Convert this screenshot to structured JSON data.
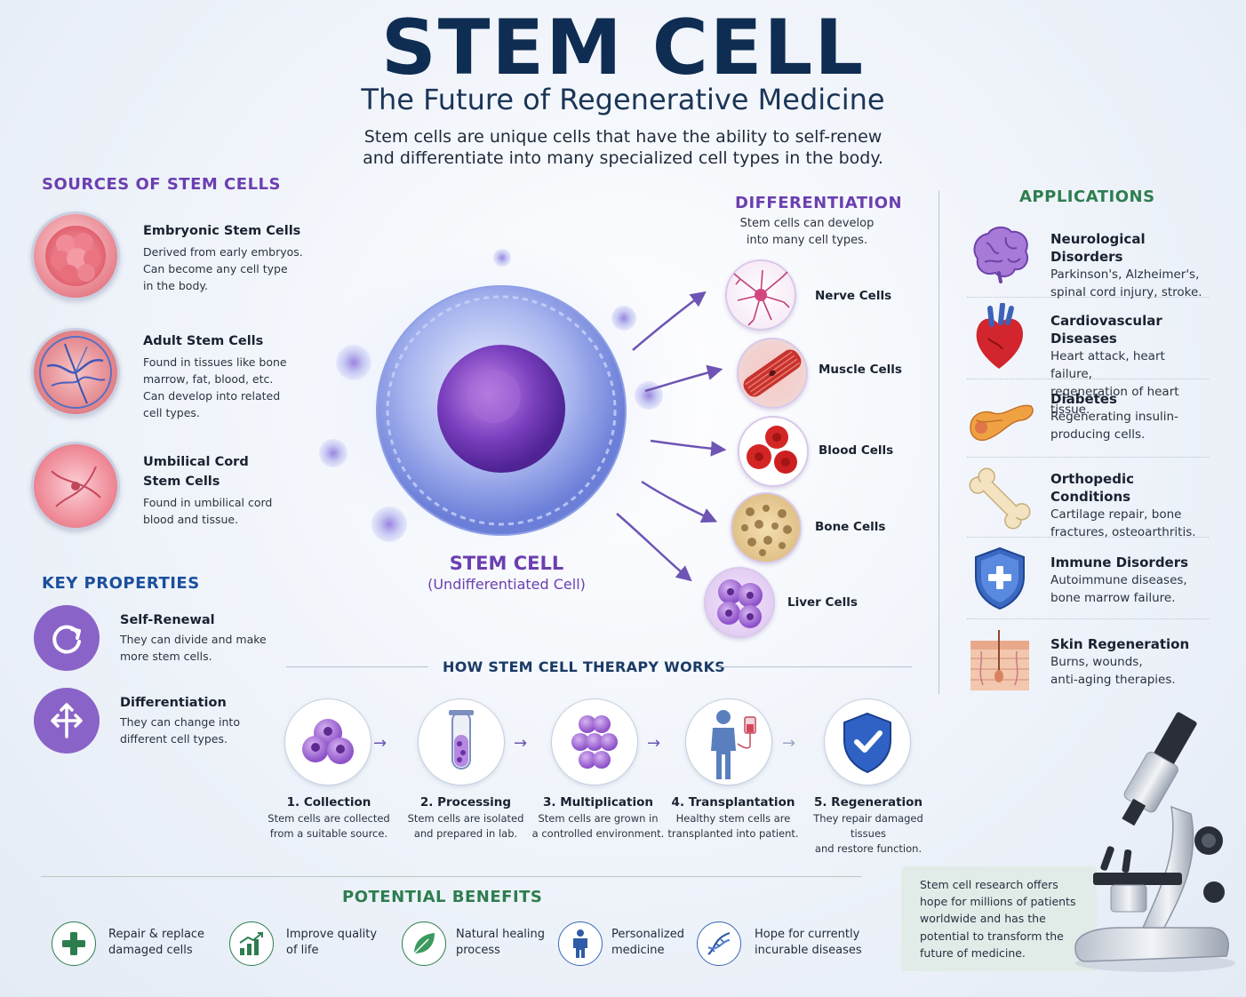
{
  "header": {
    "title": "STEM CELL",
    "subtitle": "The Future of Regenerative Medicine",
    "intro_line1": "Stem cells are unique cells that have the ability to self-renew",
    "intro_line2": "and differentiate into many specialized cell types in the body."
  },
  "sources": {
    "heading": "SOURCES OF STEM CELLS",
    "items": [
      {
        "title": "Embryonic Stem Cells",
        "desc": [
          "Derived from early embryos.",
          "Can become any cell type",
          "in the body."
        ]
      },
      {
        "title": "Adult Stem Cells",
        "desc": [
          "Found in tissues like bone",
          "marrow, fat, blood, etc.",
          "Can develop into related",
          "cell types."
        ]
      },
      {
        "title_lines": [
          "Umbilical Cord",
          "Stem Cells"
        ],
        "desc": [
          "Found in umbilical cord",
          "blood and tissue."
        ]
      }
    ]
  },
  "properties": {
    "heading": "KEY PROPERTIES",
    "items": [
      {
        "title": "Self-Renewal",
        "desc": [
          "They can divide and make",
          "more stem cells."
        ],
        "icon": "refresh-icon"
      },
      {
        "title": "Differentiation",
        "desc": [
          "They can change into",
          "different cell types."
        ],
        "icon": "split-arrows-icon"
      }
    ]
  },
  "center": {
    "label": "STEM CELL",
    "sublabel": "(Undifferentiated Cell)"
  },
  "differentiation": {
    "heading": "DIFFERENTIATION",
    "desc": [
      "Stem cells can develop",
      "into many cell types."
    ],
    "items": [
      "Nerve Cells",
      "Muscle Cells",
      "Blood Cells",
      "Bone Cells",
      "Liver Cells"
    ]
  },
  "applications": {
    "heading": "APPLICATIONS",
    "items": [
      {
        "title": "Neurological Disorders",
        "desc": [
          "Parkinson's, Alzheimer's,",
          "spinal cord injury, stroke."
        ],
        "icon": "brain-icon"
      },
      {
        "title": "Cardiovascular Diseases",
        "desc": [
          "Heart attack, heart failure,",
          "regeneration of heart tissue."
        ],
        "icon": "heart-icon"
      },
      {
        "title": "Diabetes",
        "desc": [
          "Regenerating insulin-",
          "producing cells."
        ],
        "icon": "pancreas-icon"
      },
      {
        "title": "Orthopedic Conditions",
        "desc": [
          "Cartilage repair, bone",
          "fractures, osteoarthritis."
        ],
        "icon": "bone-icon"
      },
      {
        "title": "Immune Disorders",
        "desc": [
          "Autoimmune diseases,",
          "bone marrow failure."
        ],
        "icon": "shield-icon"
      },
      {
        "title": "Skin Regeneration",
        "desc": [
          "Burns, wounds,",
          "anti-aging therapies."
        ],
        "icon": "skin-icon"
      }
    ]
  },
  "therapy": {
    "heading": "HOW STEM CELL THERAPY WORKS",
    "steps": [
      {
        "title": "1. Collection",
        "desc": [
          "Stem cells are collected",
          "from a suitable source."
        ]
      },
      {
        "title": "2. Processing",
        "desc": [
          "Stem cells are isolated",
          "and prepared in lab."
        ]
      },
      {
        "title": "3. Multiplication",
        "desc": [
          "Stem cells are grown in",
          "a controlled environment."
        ]
      },
      {
        "title": "4. Transplantation",
        "desc": [
          "Healthy stem cells are",
          "transplanted into patient."
        ]
      },
      {
        "title": "5. Regeneration",
        "desc": [
          "They repair damaged tissues",
          "and restore function."
        ]
      }
    ]
  },
  "benefits": {
    "heading": "POTENTIAL BENEFITS",
    "items": [
      {
        "lines": [
          "Repair & replace",
          "damaged cells"
        ],
        "icon": "plus-icon"
      },
      {
        "lines": [
          "Improve quality",
          "of life"
        ],
        "icon": "growth-chart-icon"
      },
      {
        "lines": [
          "Natural healing",
          "process"
        ],
        "icon": "leaf-icon"
      },
      {
        "lines": [
          "Personalized",
          "medicine"
        ],
        "icon": "person-icon"
      },
      {
        "lines": [
          "Hope for currently",
          "incurable diseases"
        ],
        "icon": "dna-icon"
      }
    ]
  },
  "callout": {
    "lines": [
      "Stem cell research offers",
      "hope for millions of patients",
      "worldwide and has the",
      "potential to transform the",
      "future of medicine."
    ]
  },
  "colors": {
    "navy": "#0f2d52",
    "purple": "#6b3fb0",
    "blue": "#1b4f9c",
    "green": "#2e7d4f",
    "lavender": "#8a63c8"
  }
}
